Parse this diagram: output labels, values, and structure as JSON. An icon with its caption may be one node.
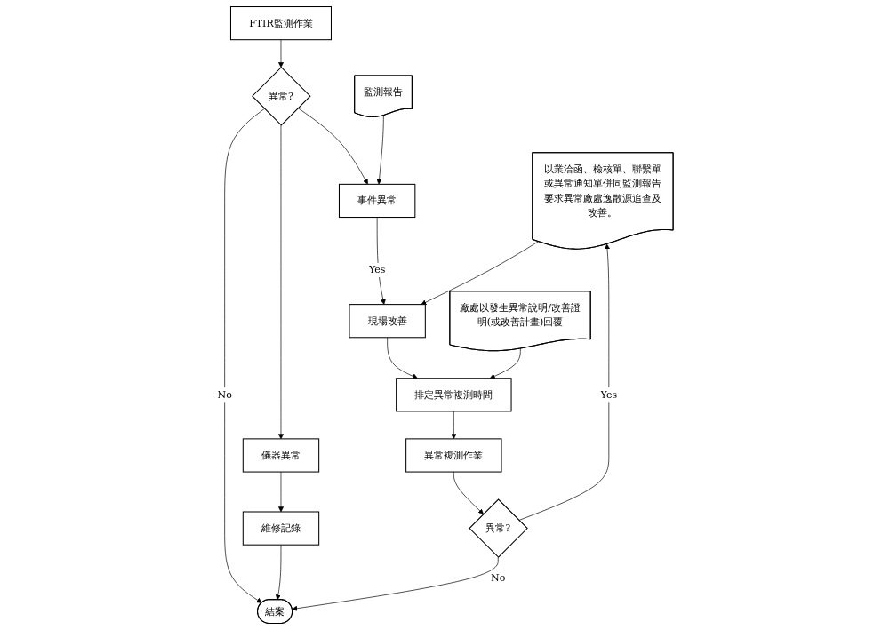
{
  "diagram": {
    "nodes": [
      {
        "text": [
          "FTIR監測作業"
        ]
      },
      {
        "text": [
          "結案"
        ]
      },
      {
        "text": [
          "異常?"
        ]
      },
      {
        "text": [
          "監測報告"
        ]
      },
      {
        "text": [
          "儀器異常"
        ]
      },
      {
        "text": [
          "事件異常"
        ]
      },
      {
        "text": [
          "以業洽函、檢核單、聯繫單或異常通知單併同監測報告要求異常廠處逸散源追查及改善。"
        ]
      },
      {
        "text": [
          "維修記錄"
        ]
      },
      {
        "text": [
          "現場改善"
        ]
      },
      {
        "text": [
          "排定異常複測時間"
        ]
      },
      {
        "text": [
          "廠處以發生異常說明/改善證明(或改善計畫)回覆"
        ]
      },
      {
        "text": [
          "異常複測作業"
        ]
      },
      {
        "text": [
          "異常?"
        ]
      }
    ],
    "edges": [
      {
        "from": 0,
        "to": 2,
        "arrow": "to"
      },
      {
        "from": 2,
        "to": 1,
        "arrow": "to",
        "label": "No"
      },
      {
        "from": 2,
        "to": 4,
        "arrow": "to"
      },
      {
        "from": 2,
        "to": 5,
        "arrow": "to"
      },
      {
        "from": 3,
        "to": 5,
        "arrow": "to"
      },
      {
        "from": 5,
        "to": 8,
        "arrow": "to",
        "label": "Yes"
      },
      {
        "from": 6,
        "to": 8,
        "arrow": "to"
      },
      {
        "from": 4,
        "to": 7,
        "arrow": "to"
      },
      {
        "from": 7,
        "to": 1,
        "arrow": "to"
      },
      {
        "from": 8,
        "to": 9,
        "arrow": "to"
      },
      {
        "from": 10,
        "to": 9,
        "arrow": "to"
      },
      {
        "from": 9,
        "to": 11,
        "arrow": "to"
      },
      {
        "from": 11,
        "to": 12,
        "arrow": "to"
      },
      {
        "from": 12,
        "to": 1,
        "arrow": "to",
        "label": "No"
      },
      {
        "from": 12,
        "to": 6,
        "arrow": "to",
        "label": "Yes"
      }
    ]
  }
}
